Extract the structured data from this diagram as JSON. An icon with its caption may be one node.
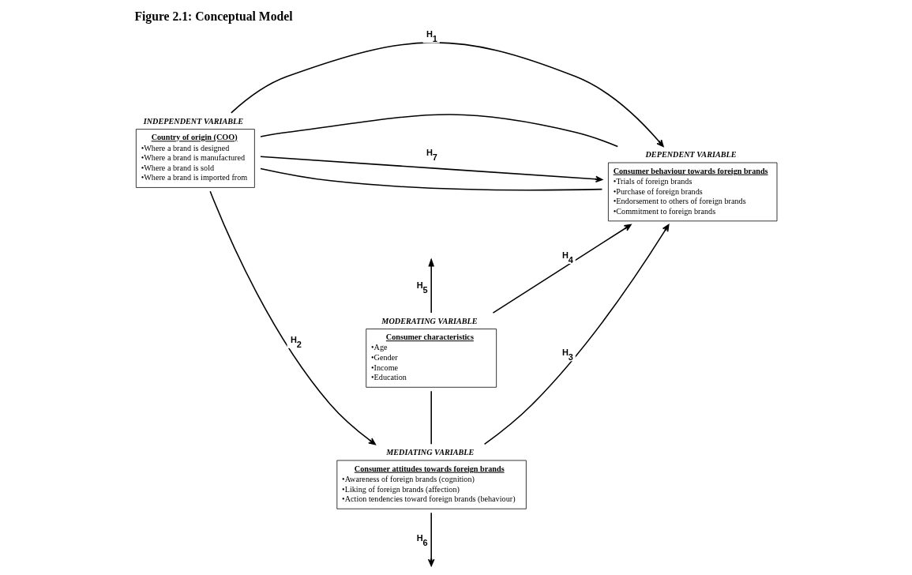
{
  "diagram": {
    "title": "Figure 2.1: Conceptual Model",
    "nodes": [
      {
        "text": [
          "Country of origin (COO)",
          "•Where a brand is designed",
          "•Where a brand is manufactured",
          "•Where a brand is sold",
          "•Where a brand is imported from"
        ],
        "beside": [
          "INDEPENDENT VARIABLE"
        ]
      },
      {
        "text": [
          "Consumer characteristics",
          "•Age",
          "•Gender",
          "•Income",
          "•Education"
        ],
        "beside": [
          "MODERATING VARIABLE"
        ]
      },
      {
        "text": [
          "Consumer attitudes towards foreign brands",
          "•Awareness of foreign brands (cognition)",
          "•Liking of foreign brands (affection)",
          "•Action tendencies toward foreign brands (behaviour)"
        ],
        "beside": [
          "MEDIATING VARIABLE"
        ]
      },
      {
        "text": [
          "Consumer behaviour towards foreign brands",
          "•Trials of foreign brands",
          "•Purchase of foreign brands",
          "•Endorsement to others of foreign brands",
          "•Commitment to foreign brands"
        ],
        "beside": [
          "DEPENDENT VARIABLE"
        ]
      }
    ],
    "edges": [
      {
        "from": 0,
        "to": 3,
        "arrow": "to",
        "label": "H$_{1}$"
      },
      {
        "from": 0,
        "to": 3,
        "arrow": "none"
      },
      {
        "from": 1,
        "to": null,
        "arrow": "to",
        "label": "H$_{5}$"
      },
      {
        "from": 1,
        "to": 3,
        "arrow": "to",
        "label": "H$_{4}$"
      },
      {
        "from": 1,
        "to": 2,
        "arrow": "none"
      },
      {
        "from": 0,
        "to": 3,
        "arrow": "to",
        "label": "H$_{7}$"
      },
      {
        "from": 0,
        "to": 2,
        "arrow": "to",
        "label": "H$_{2}$"
      },
      {
        "from": 2,
        "to": 3,
        "arrow": "to",
        "label": "H$_{3}$"
      },
      {
        "from": 2,
        "to": null,
        "arrow": "to",
        "label": "H$_{6}$"
      },
      {
        "from": 0,
        "to": 3,
        "arrow": "none"
      }
    ]
  }
}
